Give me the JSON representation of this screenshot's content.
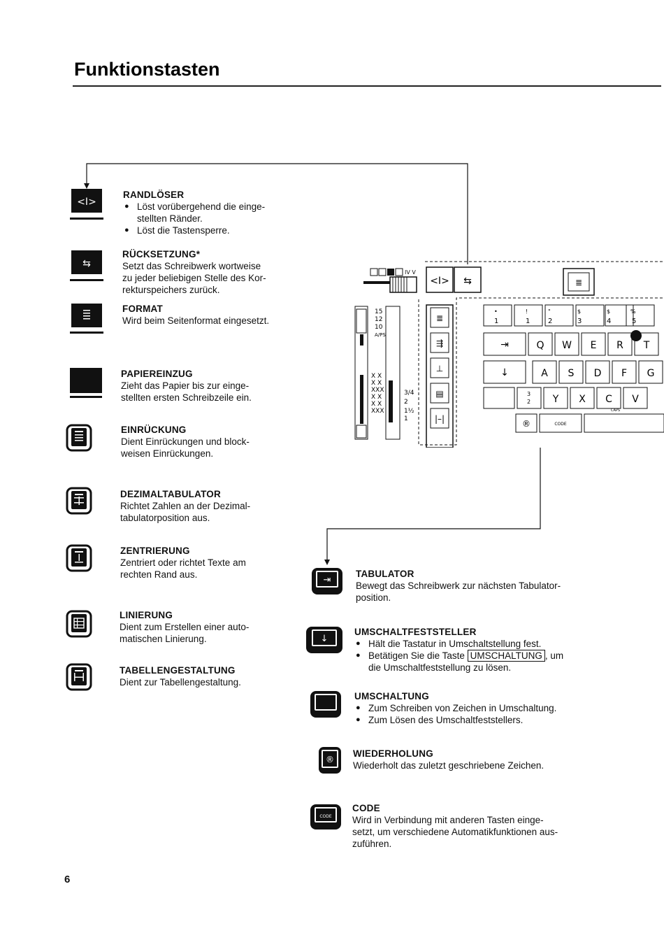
{
  "page": {
    "title": "Funktionstasten",
    "page_number": "6"
  },
  "keys_left": [
    {
      "heading": "RANDLÖSER",
      "bullets": [
        "Löst vorübergehend die einge-\nstellten Ränder.",
        "Löst die Tastensperre."
      ],
      "icon": "margin-release-icon"
    },
    {
      "heading": "RÜCKSETZUNG*",
      "text": "Setzt das Schreibwerk wortweise\nzu jeder beliebigen Stelle des Kor-\nrekturspeichers zurück.",
      "icon": "backspace-icon"
    },
    {
      "heading": "FORMAT",
      "text": "Wird beim Seitenformat eingesetzt.",
      "icon": "format-icon"
    },
    {
      "heading": "PAPIEREINZUG",
      "text": "Zieht das Papier bis zur einge-\nstellten ersten Schreibzeile ein.",
      "icon": "paper-feed-icon"
    },
    {
      "heading": "EINRÜCKUNG",
      "text": "Dient Einrückungen und block-\nweisen Einrückungen.",
      "icon": "indent-icon"
    },
    {
      "heading": "DEZIMALTABULATOR",
      "text": "Richtet Zahlen an der Dezimal-\ntabulatorposition aus.",
      "icon": "decimal-tab-icon"
    },
    {
      "heading": "ZENTRIERUNG",
      "text": "Zentriert oder richtet Texte am\nrechten Rand aus.",
      "icon": "center-icon"
    },
    {
      "heading": "LINIERUNG",
      "text": "Dient zum Erstellen einer auto-\nmatischen Linierung.",
      "icon": "ruling-icon"
    },
    {
      "heading": "TABELLENGESTALTUNG",
      "text": "Dient zur Tabellengestaltung.",
      "icon": "table-icon"
    }
  ],
  "keys_right": [
    {
      "heading": "TABULATOR",
      "text": "Bewegt das Schreibwerk zur nächsten Tabulator-\nposition.",
      "icon": "tab-key-icon"
    },
    {
      "heading": "UMSCHALTFESTSTELLER",
      "bullet1": "Hält die Tastatur in Umschaltstellung fest.",
      "bullet2_pre": "Betätigen Sie die Taste ",
      "bullet2_key": "UMSCHALTUNG",
      "bullet2_post": ", um\ndie Umschaltfeststellung zu lösen.",
      "icon": "shift-lock-icon"
    },
    {
      "heading": "UMSCHALTUNG",
      "bullets": [
        "Zum Schreiben von Zeichen in Umschaltung.",
        "Zum Lösen des Umschaltfeststellers."
      ],
      "icon": "shift-key-icon"
    },
    {
      "heading": "WIEDERHOLUNG",
      "text": "Wiederholt das zuletzt geschriebene Zeichen.",
      "icon": "repeat-key-icon"
    },
    {
      "heading": "CODE",
      "text": "Wird in Verbindung mit anderen Tasten einge-\nsetzt, um verschiedene Automatikfunktionen aus-\nzuführen.",
      "icon": "code-key-icon"
    }
  ],
  "diagram": {
    "scale_top": [
      "15",
      "12",
      "10",
      "A/PS"
    ],
    "scale_right": [
      "3/4",
      "2",
      "1½",
      "1"
    ],
    "pitch_marks": "IV V",
    "row1_keys": [
      [
        "•",
        "1"
      ],
      [
        "!",
        "1"
      ],
      [
        "\"",
        "2"
      ],
      [
        "$",
        "3"
      ],
      [
        "$",
        "4"
      ],
      [
        "%",
        "5"
      ]
    ],
    "row2_keys": [
      "Q",
      "W",
      "E",
      "R",
      "T"
    ],
    "row3_keys": [
      "A",
      "S",
      "D",
      "F",
      "G"
    ],
    "row4_keys": [
      "Y",
      "X",
      "C",
      "V"
    ],
    "row4_small": [
      "3",
      "2"
    ],
    "code_label": "CODE",
    "caps_label": "CAPS",
    "colors": {
      "ink": "#111111",
      "paper": "#ffffff"
    }
  }
}
